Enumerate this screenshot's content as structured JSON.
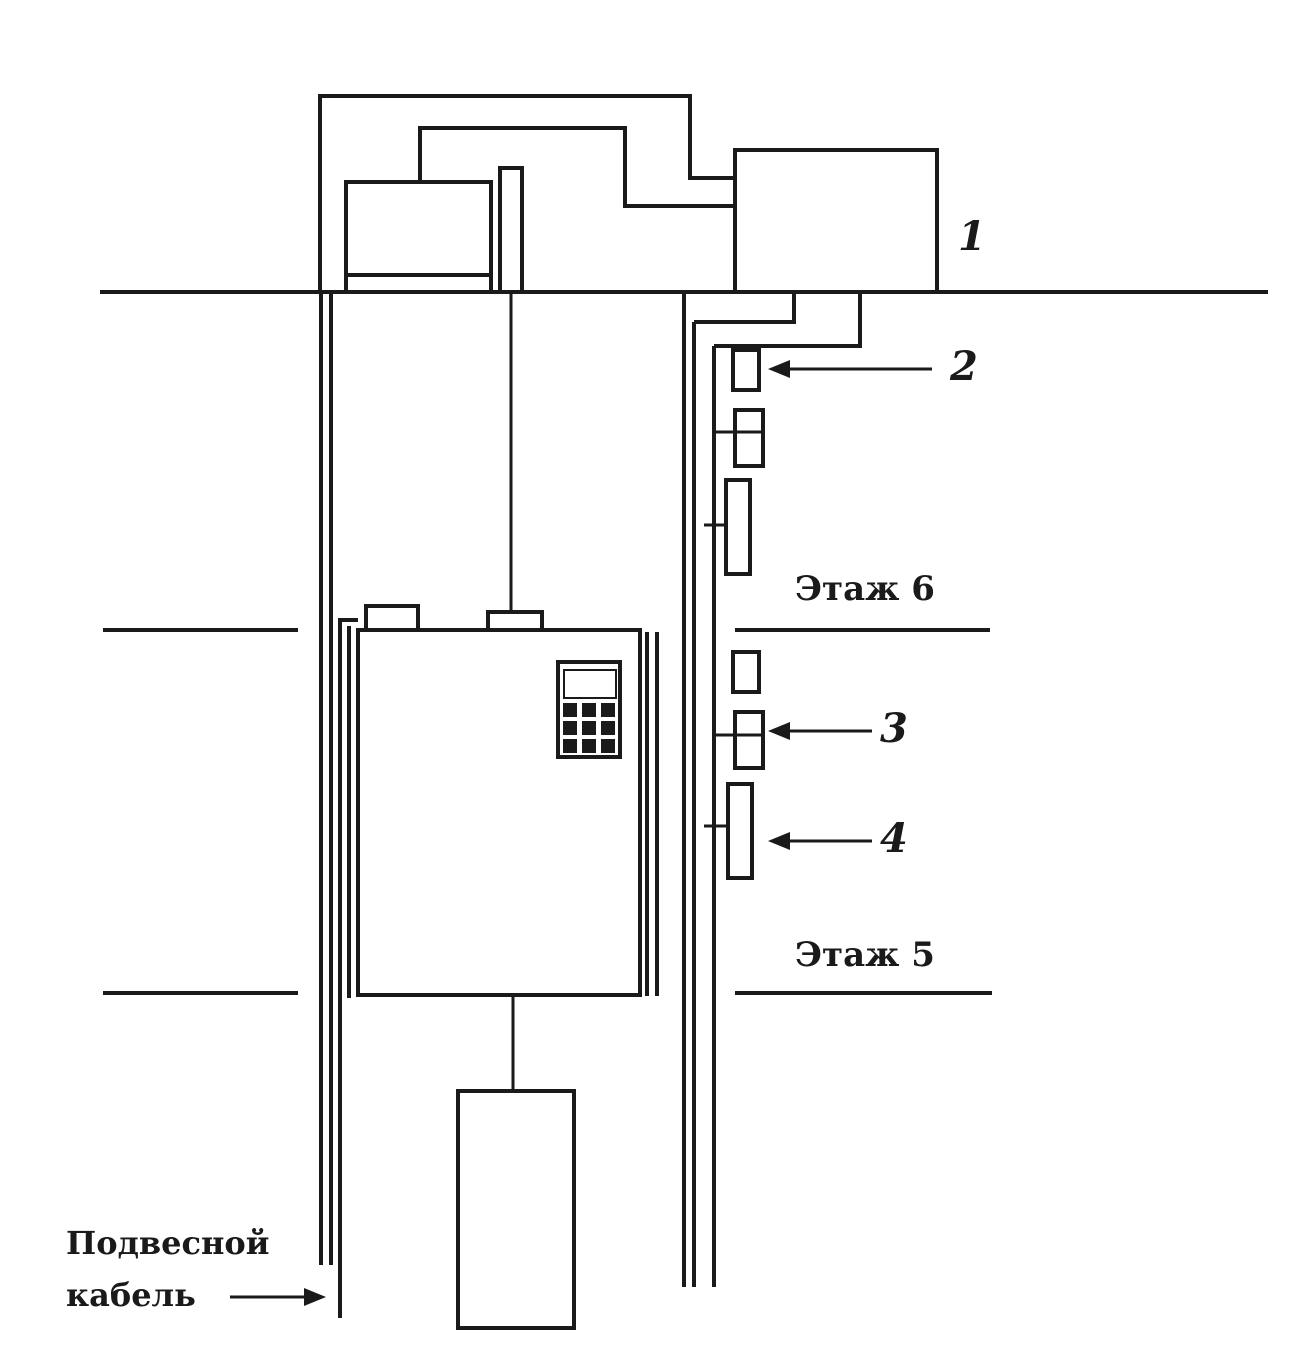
{
  "labels": {
    "machine_room": "1",
    "callout_2": "2",
    "callout_3": "3",
    "callout_4": "4",
    "floor_upper": "Этаж 6",
    "floor_lower": "Этаж 5",
    "cable_line1": "Подвесной",
    "cable_line2": "кабель"
  },
  "colors": {
    "ink": "#1a1a1a",
    "background": "#ffffff"
  }
}
